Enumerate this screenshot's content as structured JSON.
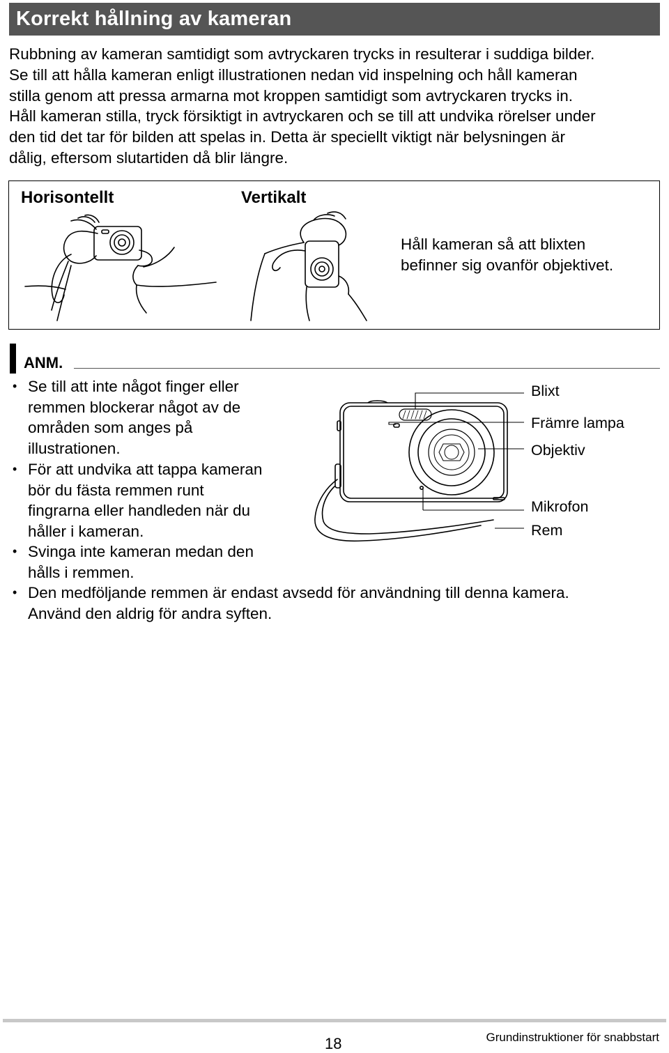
{
  "page": {
    "title": "Korrekt hållning av kameran",
    "intro": [
      "Rubbning av kameran samtidigt som avtryckaren trycks in resulterar i suddiga bilder.",
      "Se till att hålla kameran enligt illustrationen nedan vid inspelning och håll kameran",
      "stilla genom att pressa armarna mot kroppen samtidigt som avtryckaren trycks in.",
      "Håll kameran stilla, tryck försiktigt in avtryckaren och se till att undvika rörelser under",
      "den tid det tar för bilden att spelas in. Detta är speciellt viktigt när belysningen är",
      "dålig, eftersom slutartiden då blir längre."
    ],
    "holding": {
      "horizontal_label": "Horisontellt",
      "vertical_label": "Vertikalt",
      "tip_lines": [
        "Håll kameran så att blixten",
        "befinner sig ovanför objektivet."
      ]
    },
    "note": {
      "title": "ANM.",
      "bullet_char": "•",
      "bullets": [
        [
          "Se till att inte något finger eller",
          "remmen blockerar något av de",
          "områden som anges på",
          "illustrationen."
        ],
        [
          "För att undvika att tappa kameran",
          "bör du fästa remmen runt",
          "fingrarna eller handleden när du",
          "håller i kameran."
        ],
        [
          "Svinga inte kameran medan den",
          "hålls i remmen."
        ],
        [
          "Den medföljande remmen är endast avsedd för användning till denna kamera.",
          "Använd den aldrig för andra syften."
        ]
      ]
    },
    "camera_parts": [
      "Blixt",
      "Främre lampa",
      "Objektiv",
      "Mikrofon",
      "Rem"
    ],
    "footer": {
      "page_number": "18",
      "doc_title": "Grundinstruktioner för snabbstart"
    }
  }
}
